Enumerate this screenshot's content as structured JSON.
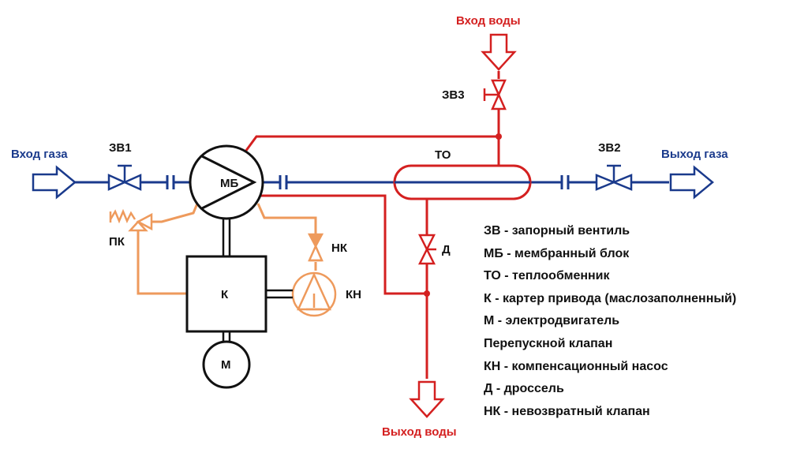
{
  "labels": {
    "gas_in": "Вход газа",
    "gas_out": "Выход газа",
    "water_in": "Вход воды",
    "water_out": "Выход воды",
    "zv1": "ЗВ1",
    "zv2": "ЗВ2",
    "zv3": "ЗВ3",
    "to": "ТО",
    "mb": "МБ",
    "k": "К",
    "m": "М",
    "pk": "ПК",
    "nk": "НК",
    "kn": "КН",
    "d": "Д"
  },
  "legend": [
    "ЗВ - запорный вентиль",
    "МБ - мембранный блок",
    "ТО - теплообменник",
    "К - картер привода (маслозаполненный)",
    "М - электродвигатель",
    "Перепускной клапан",
    "КН - компенсационный насос",
    "Д - дроссель",
    "НК - невозвратный клапан"
  ],
  "colors": {
    "gas_line": "#1a3a8c",
    "water_line": "#d42020",
    "oil_line": "#ee9a5c",
    "equipment": "#111111"
  }
}
